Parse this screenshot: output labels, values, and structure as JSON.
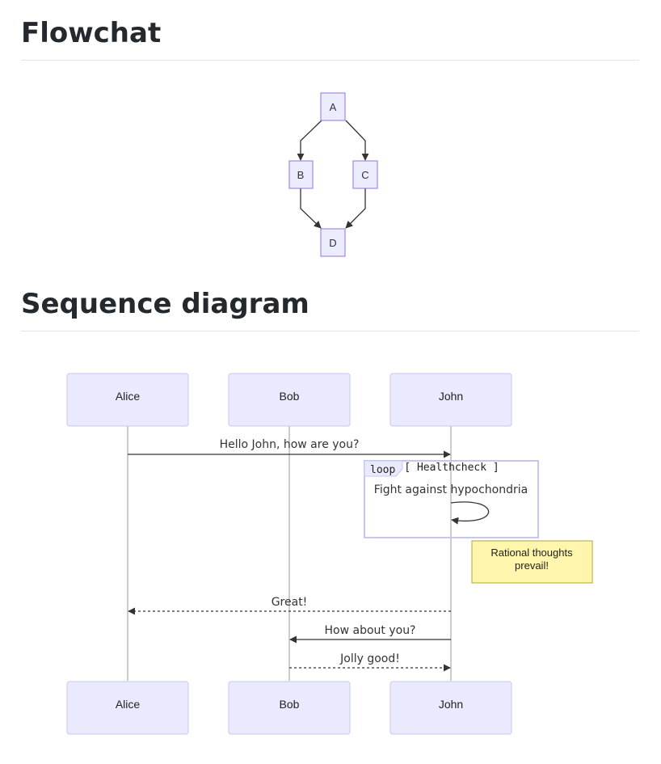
{
  "sections": {
    "flowchart_title": "Flowchat",
    "sequence_title": "Sequence diagram"
  },
  "flowchart": {
    "nodes": [
      "A",
      "B",
      "C",
      "D"
    ],
    "edges": [
      [
        "A",
        "B"
      ],
      [
        "A",
        "C"
      ],
      [
        "B",
        "D"
      ],
      [
        "C",
        "D"
      ]
    ]
  },
  "sequence": {
    "actors": [
      "Alice",
      "Bob",
      "John"
    ],
    "messages": [
      {
        "from": "Alice",
        "to": "John",
        "text": "Hello John, how are you?",
        "style": "solid"
      },
      {
        "from": "John",
        "to": "John",
        "text": "Fight against hypochondria",
        "style": "solid"
      },
      {
        "from": "John",
        "to": "Alice",
        "text": "Great!",
        "style": "dotted"
      },
      {
        "from": "John",
        "to": "Bob",
        "text": "How about you?",
        "style": "solid"
      },
      {
        "from": "Bob",
        "to": "John",
        "text": "Jolly good!",
        "style": "dotted"
      }
    ],
    "loop": {
      "keyword": "loop",
      "label": "[ Healthcheck ]"
    },
    "note": {
      "line1": "Rational thoughts",
      "line2": "prevail!"
    }
  },
  "colors": {
    "node_fill": "#ececff",
    "node_stroke": "#9370db",
    "actor_fill": "#eaeaff",
    "note_fill": "#fff5ad",
    "line": "#333333"
  }
}
